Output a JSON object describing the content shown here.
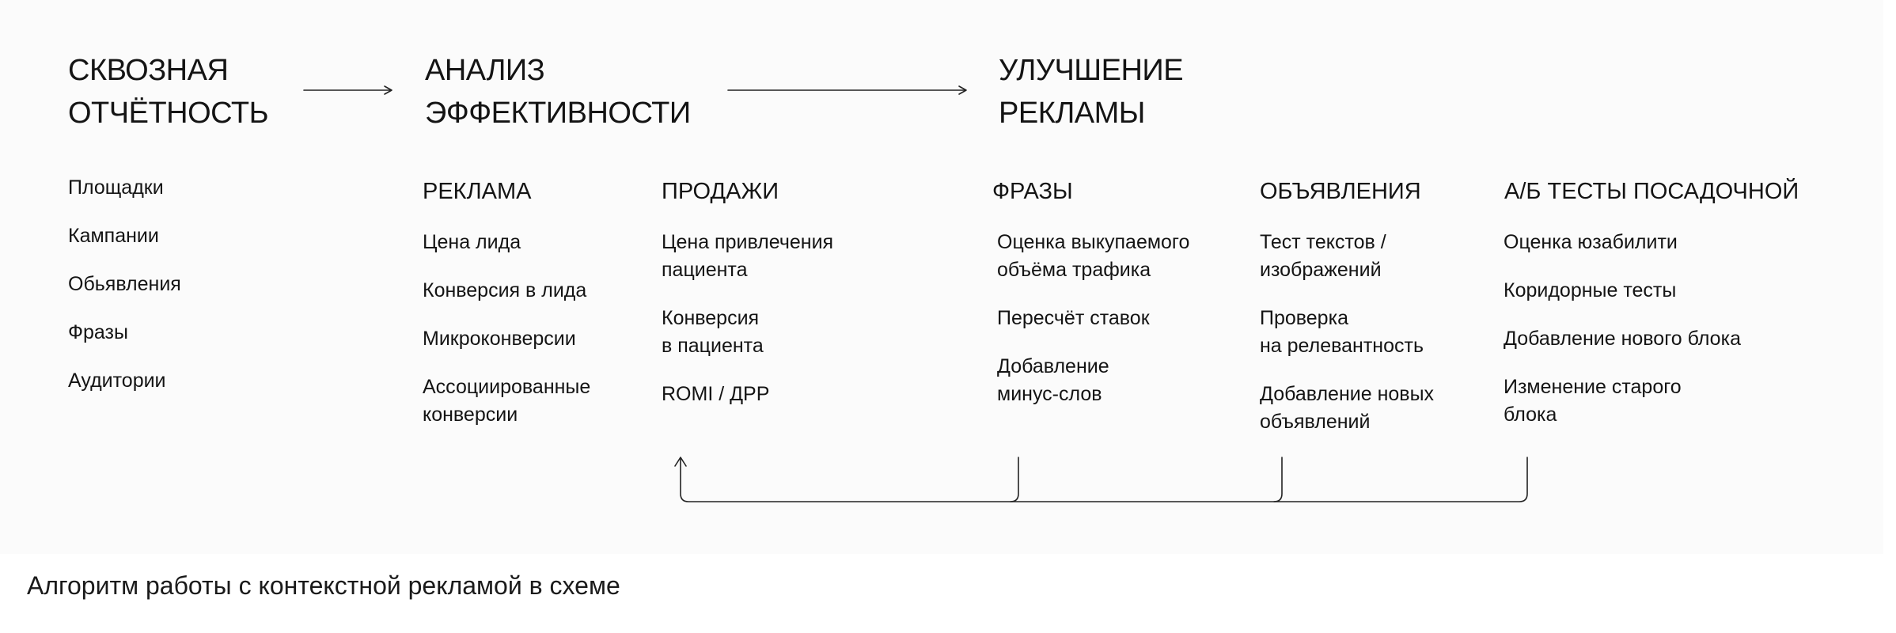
{
  "stages": {
    "reporting": {
      "line1": "СКВОЗНАЯ",
      "line2": "ОТЧЁТНОСТЬ"
    },
    "analysis": {
      "line1": "АНАЛИЗ",
      "line2": "ЭФФЕКТИВНОСТИ"
    },
    "improvement": {
      "line1": "УЛУЧШЕНИЕ",
      "line2": "РЕКЛАМЫ"
    }
  },
  "reporting_items": [
    "Площадки",
    "Кампании",
    "Обьявления",
    "Фразы",
    "Аудитории"
  ],
  "columns": {
    "ads": {
      "title": "РЕКЛАМА",
      "items": [
        "Цена лида",
        "Конверсия в лида",
        "Микроконверсии",
        "Ассоциированные\nконверсии"
      ]
    },
    "sales": {
      "title": "ПРОДАЖИ",
      "items": [
        "Цена привлечения\nпациента",
        "Конверсия\nв пациента",
        "ROMI / ДРР"
      ]
    },
    "phrases": {
      "title": "ФРАЗЫ",
      "items": [
        "Оценка выкупаемого\nобъёма трафика",
        "Пересчёт ставок",
        "Добавление\nминус-слов"
      ]
    },
    "announcements": {
      "title": "ОБЪЯВЛЕНИЯ",
      "items": [
        "Тест текстов /\nизображений",
        "Проверка\nна релевантность",
        "Добавление новых\nобъявлений"
      ]
    },
    "landing": {
      "title": "А/Б ТЕСТЫ ПОСАДОЧНОЙ",
      "items": [
        "Оценка юзабилити",
        "Коридорные тесты",
        "Добавление нового блока",
        "Изменение старого\nблока"
      ]
    }
  },
  "caption": "Алгоритм работы с контекстной рекламой в схеме"
}
